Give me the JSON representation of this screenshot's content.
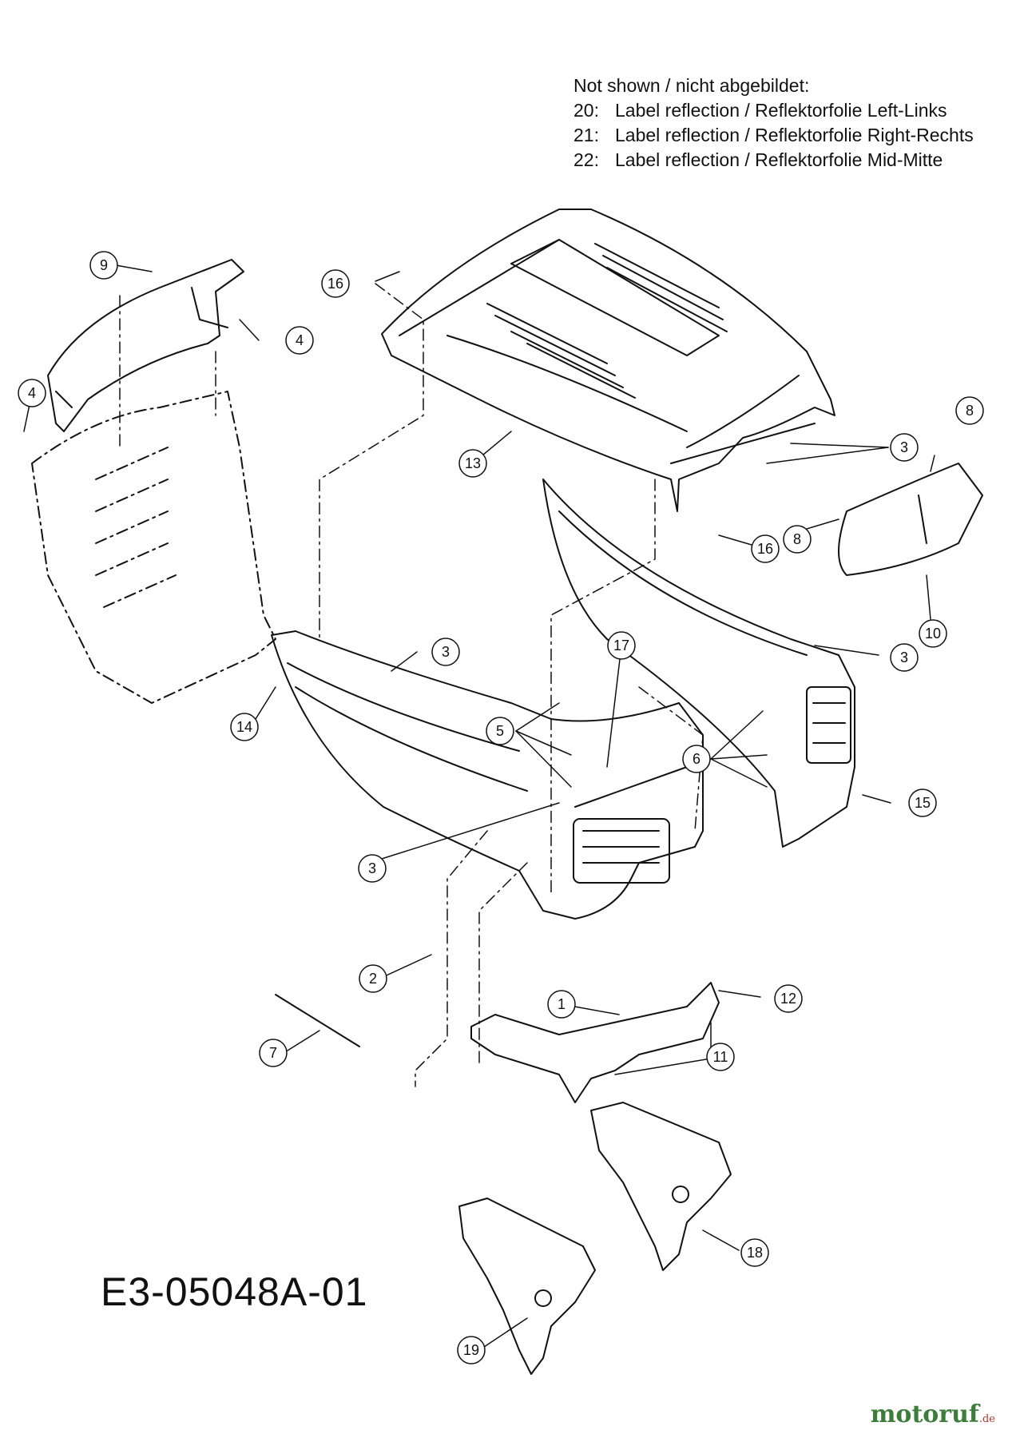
{
  "notes": {
    "header": "Not shown / nicht abgebildet:",
    "items": [
      {
        "number": "20:",
        "text": "Label reflection / Reflektorfolie Left-Links"
      },
      {
        "number": "21:",
        "text": "Label reflection / Reflektorfolie Right-Rechts"
      },
      {
        "number": "22:",
        "text": "Label reflection / Reflektorfolie Mid-Mitte"
      }
    ]
  },
  "diagram_code": "E3-05048A-01",
  "watermark": {
    "name": "motoruf",
    "tld": ".de"
  },
  "callouts": [
    "1",
    "2",
    "3",
    "4",
    "5",
    "6",
    "7",
    "8",
    "9",
    "10",
    "11",
    "12",
    "13",
    "14",
    "15",
    "16",
    "17",
    "18",
    "19"
  ]
}
